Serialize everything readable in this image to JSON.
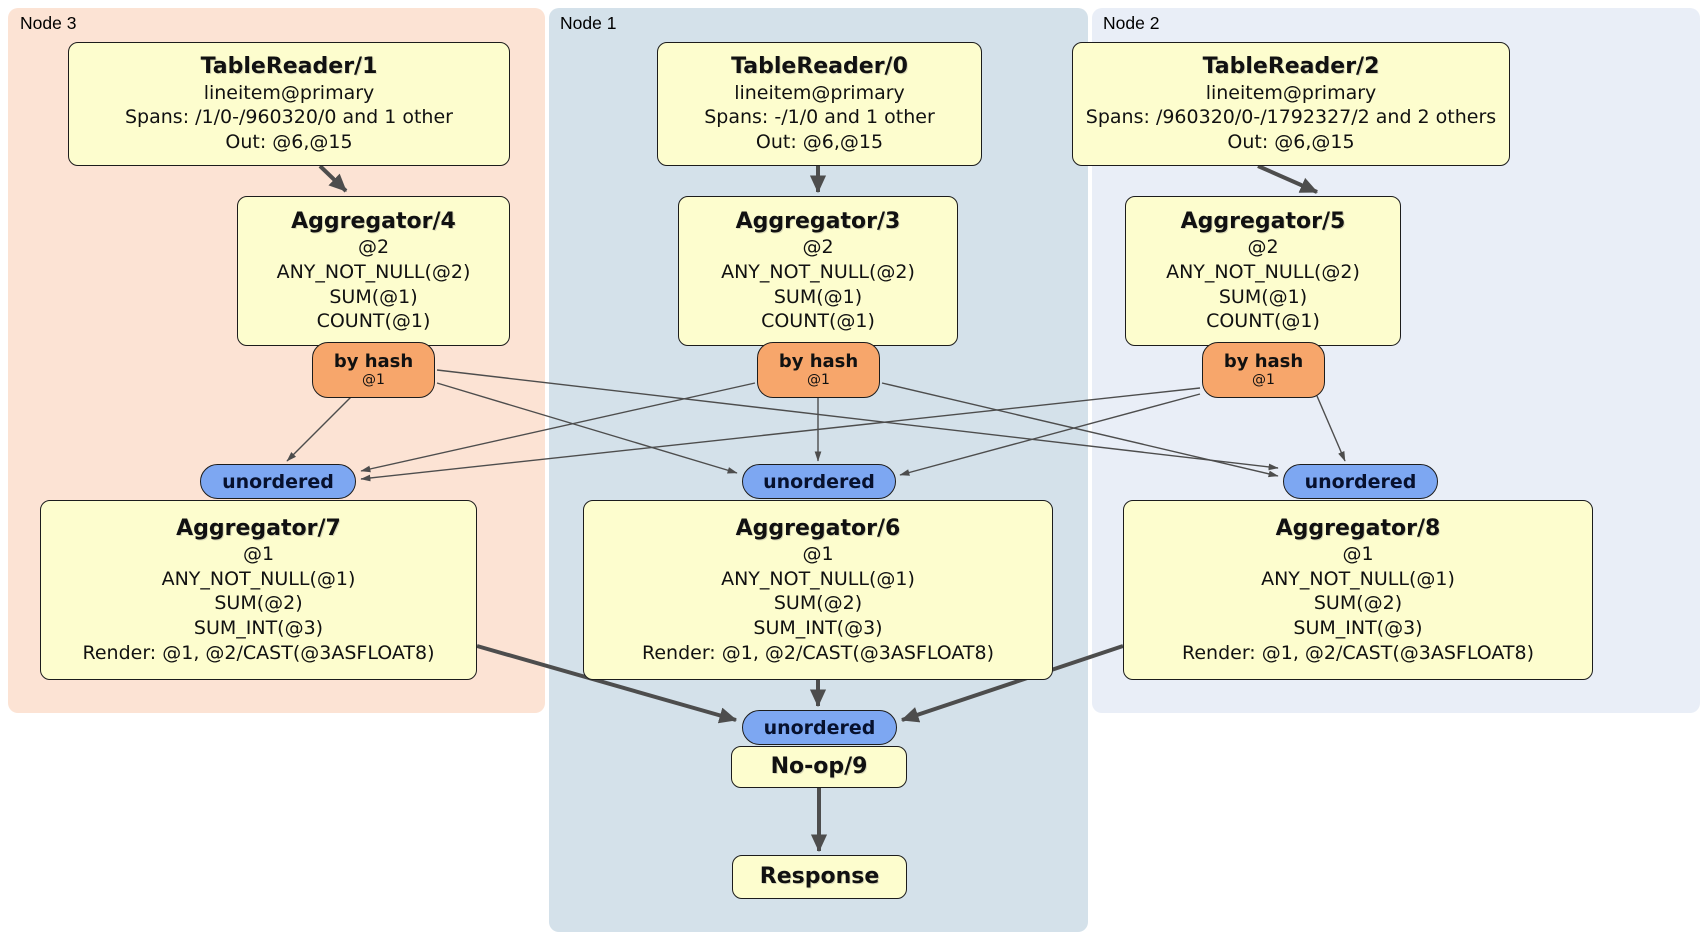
{
  "panels": {
    "node3": {
      "label": "Node 3"
    },
    "node1": {
      "label": "Node 1"
    },
    "node2": {
      "label": "Node 2"
    }
  },
  "processors": {
    "tr1": {
      "title": "TableReader/1",
      "lines": [
        "lineitem@primary",
        "Spans: /1/0-/960320/0 and 1 other",
        "Out: @6,@15"
      ]
    },
    "tr0": {
      "title": "TableReader/0",
      "lines": [
        "lineitem@primary",
        "Spans: -/1/0 and 1 other",
        "Out: @6,@15"
      ]
    },
    "tr2": {
      "title": "TableReader/2",
      "lines": [
        "lineitem@primary",
        "Spans: /960320/0-/1792327/2 and 2 others",
        "Out: @6,@15"
      ]
    },
    "agg4": {
      "title": "Aggregator/4",
      "lines": [
        "@2",
        "ANY_NOT_NULL(@2)",
        "SUM(@1)",
        "COUNT(@1)"
      ]
    },
    "agg3": {
      "title": "Aggregator/3",
      "lines": [
        "@2",
        "ANY_NOT_NULL(@2)",
        "SUM(@1)",
        "COUNT(@1)"
      ]
    },
    "agg5": {
      "title": "Aggregator/5",
      "lines": [
        "@2",
        "ANY_NOT_NULL(@2)",
        "SUM(@1)",
        "COUNT(@1)"
      ]
    },
    "agg7": {
      "title": "Aggregator/7",
      "lines": [
        "@1",
        "ANY_NOT_NULL(@1)",
        "SUM(@2)",
        "SUM_INT(@3)",
        "Render: @1, @2/CAST(@3ASFLOAT8)"
      ]
    },
    "agg6": {
      "title": "Aggregator/6",
      "lines": [
        "@1",
        "ANY_NOT_NULL(@1)",
        "SUM(@2)",
        "SUM_INT(@3)",
        "Render: @1, @2/CAST(@3ASFLOAT8)"
      ]
    },
    "agg8": {
      "title": "Aggregator/8",
      "lines": [
        "@1",
        "ANY_NOT_NULL(@1)",
        "SUM(@2)",
        "SUM_INT(@3)",
        "Render: @1, @2/CAST(@3ASFLOAT8)"
      ]
    }
  },
  "routers": {
    "hash4": {
      "label": "by hash",
      "key": "@1"
    },
    "hash3": {
      "label": "by hash",
      "key": "@1"
    },
    "hash5": {
      "label": "by hash",
      "key": "@1"
    }
  },
  "syncs": {
    "s7": {
      "label": "unordered"
    },
    "s6": {
      "label": "unordered"
    },
    "s8": {
      "label": "unordered"
    },
    "s9": {
      "label": "unordered"
    }
  },
  "noop": {
    "title": "No-op/9"
  },
  "response": {
    "title": "Response"
  },
  "colors": {
    "page-bg": "#ffffff",
    "panel-node3": "#fce3d4",
    "panel-node1": "#d4e1ea",
    "panel-node2": "#e9eef7",
    "box-fill": "#fdfdce",
    "box-border": "#1c1c1c",
    "router-fill": "#f7a66b",
    "sync-fill": "#7da7f2",
    "edge-color": "#4d4d4d"
  }
}
